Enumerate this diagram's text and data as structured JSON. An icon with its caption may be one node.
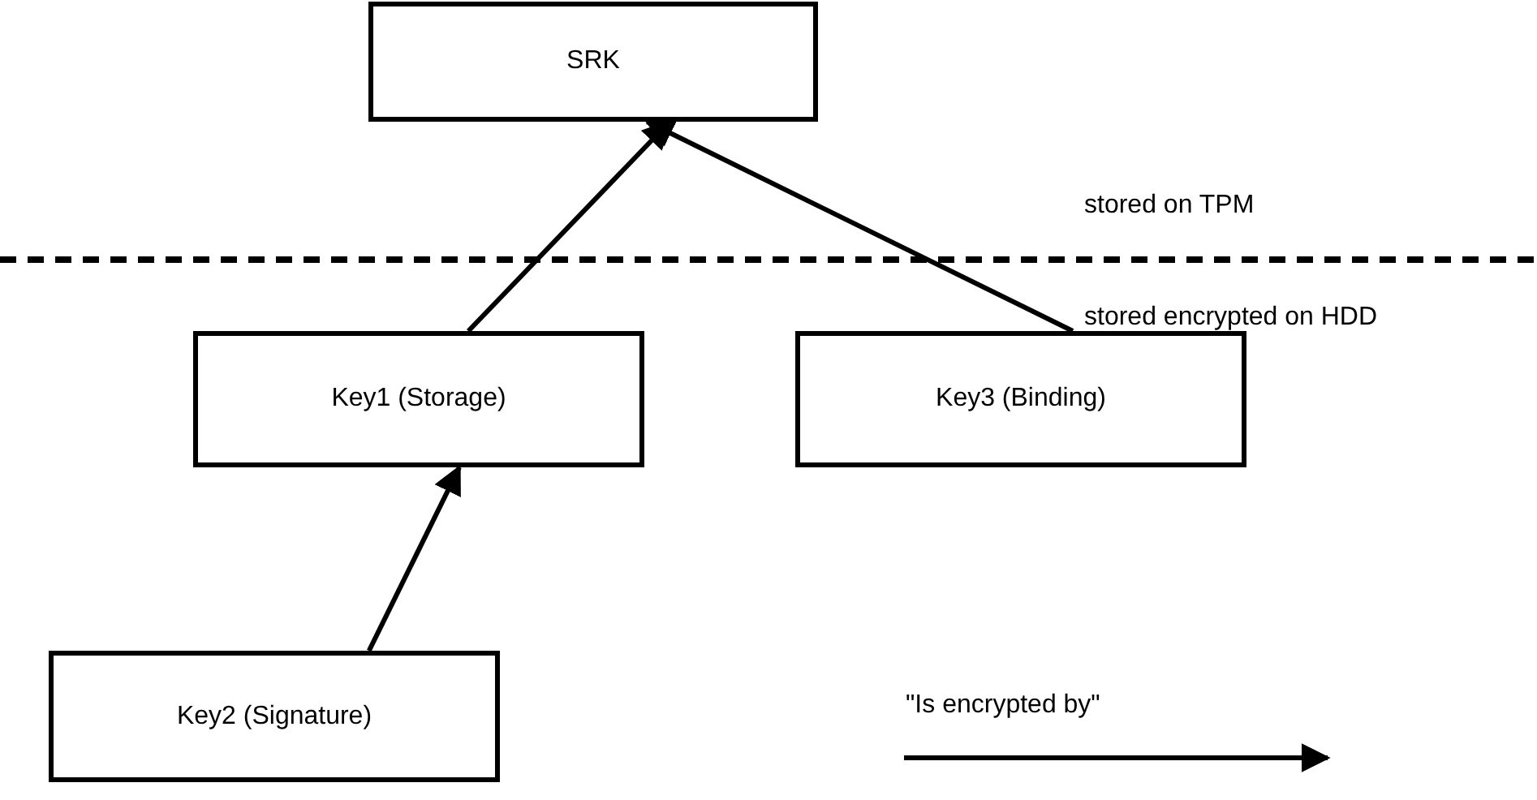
{
  "diagram": {
    "nodes": [
      {
        "text": [
          "SRK"
        ]
      },
      {
        "text": [
          "Key1 (Storage)"
        ]
      },
      {
        "text": [
          "Key3 (Binding)"
        ]
      },
      {
        "text": [
          "Key2 (Signature)"
        ]
      }
    ],
    "edges": [
      {
        "from": 1,
        "to": 0,
        "arrow": "to"
      },
      {
        "from": 2,
        "to": 0,
        "arrow": "to"
      },
      {
        "from": 3,
        "to": 1,
        "arrow": "to"
      }
    ],
    "labels": [
      "stored on TPM",
      "stored encrypted on HDD"
    ],
    "legend": [
      {
        "text": "\"Is encrypted by\""
      }
    ]
  }
}
